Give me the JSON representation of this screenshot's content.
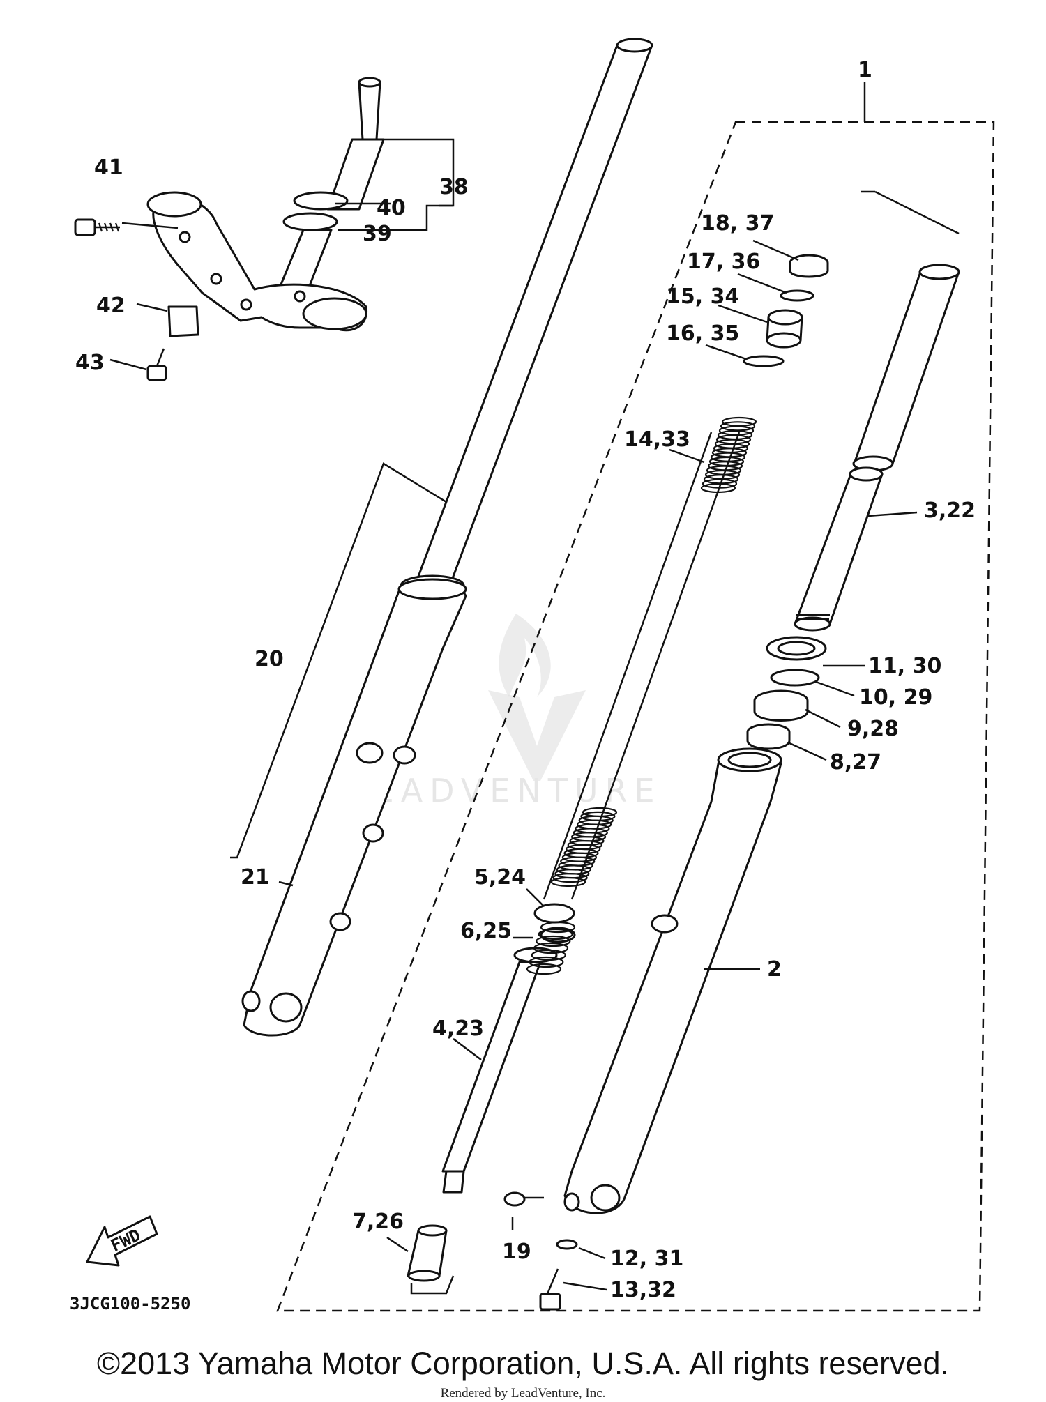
{
  "diagram": {
    "code": "3JCG100-5250",
    "fwd_label": "FWD",
    "watermark": "LEADVENTURE",
    "callouts": [
      {
        "id": "c1",
        "text": "1"
      },
      {
        "id": "c2",
        "text": "2"
      },
      {
        "id": "c3",
        "text": "3,22"
      },
      {
        "id": "c4",
        "text": "4,23"
      },
      {
        "id": "c5",
        "text": "5,24"
      },
      {
        "id": "c6",
        "text": "6,25"
      },
      {
        "id": "c7",
        "text": "7,26"
      },
      {
        "id": "c8",
        "text": "8,27"
      },
      {
        "id": "c9",
        "text": "9,28"
      },
      {
        "id": "c10",
        "text": "10, 29"
      },
      {
        "id": "c11",
        "text": "11, 30"
      },
      {
        "id": "c12",
        "text": "12, 31"
      },
      {
        "id": "c13",
        "text": "13,32"
      },
      {
        "id": "c14",
        "text": "14,33"
      },
      {
        "id": "c15",
        "text": "15, 34"
      },
      {
        "id": "c16",
        "text": "16, 35"
      },
      {
        "id": "c17",
        "text": "17, 36"
      },
      {
        "id": "c18",
        "text": "18, 37"
      },
      {
        "id": "c19",
        "text": "19"
      },
      {
        "id": "c20",
        "text": "20"
      },
      {
        "id": "c21",
        "text": "21"
      },
      {
        "id": "c38",
        "text": "38"
      },
      {
        "id": "c39",
        "text": "39"
      },
      {
        "id": "c40",
        "text": "40"
      },
      {
        "id": "c41",
        "text": "41"
      },
      {
        "id": "c42",
        "text": "42"
      },
      {
        "id": "c43",
        "text": "43"
      }
    ]
  },
  "footer": {
    "copyright": "©2013 Yamaha Motor Corporation, U.S.A. All rights reserved.",
    "rendered_by": "Rendered by LeadVenture, Inc."
  }
}
